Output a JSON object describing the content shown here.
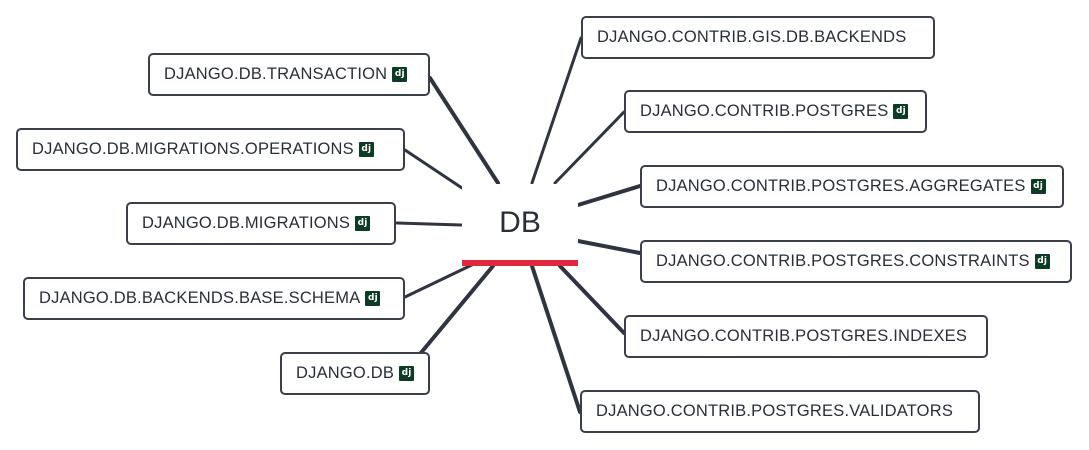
{
  "center": {
    "label": "DB",
    "accent_color": "#e2283e"
  },
  "badge_text": "dj",
  "badge_color": "#0c3c26",
  "nodes": [
    {
      "label": "DJANGO.DB.TRANSACTION",
      "badge": true
    },
    {
      "label": "DJANGO.DB.MIGRATIONS.OPERATIONS",
      "badge": true
    },
    {
      "label": "DJANGO.DB.MIGRATIONS",
      "badge": true
    },
    {
      "label": "DJANGO.DB.BACKENDS.BASE.SCHEMA",
      "badge": true
    },
    {
      "label": "DJANGO.DB",
      "badge": true
    },
    {
      "label": "DJANGO.CONTRIB.GIS.DB.BACKENDS",
      "badge": false
    },
    {
      "label": "DJANGO.CONTRIB.POSTGRES",
      "badge": true
    },
    {
      "label": "DJANGO.CONTRIB.POSTGRES.AGGREGATES",
      "badge": true
    },
    {
      "label": "DJANGO.CONTRIB.POSTGRES.CONSTRAINTS",
      "badge": true
    },
    {
      "label": "DJANGO.CONTRIB.POSTGRES.INDEXES",
      "badge": false
    },
    {
      "label": "DJANGO.CONTRIB.POSTGRES.VALIDATORS",
      "badge": false
    }
  ]
}
